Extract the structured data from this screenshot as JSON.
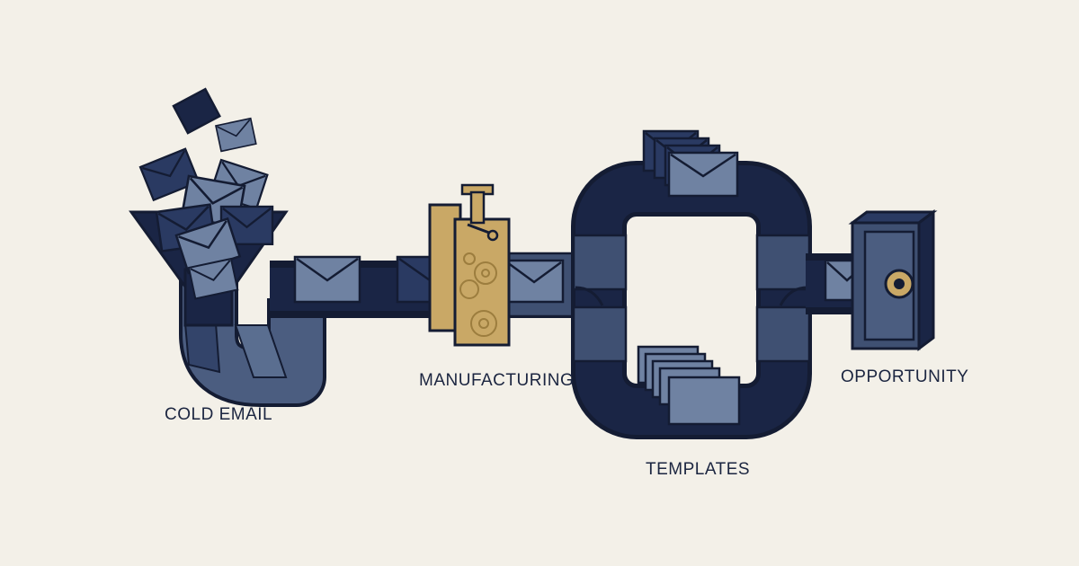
{
  "stages": [
    {
      "id": "cold_email",
      "label": "COLD EMAIL"
    },
    {
      "id": "manufacturing",
      "label": "MANUFACTURING"
    },
    {
      "id": "templates",
      "label": "TEMPLATES"
    },
    {
      "id": "opportunity",
      "label": "OPPORTUNITY"
    }
  ],
  "colors": {
    "background": "#f3f0e8",
    "outline": "#141c33",
    "pipe_dark": "#1a2545",
    "pipe_mid": "#3f5072",
    "pipe_light": "#5a6e90",
    "envelope_light": "#6f82a2",
    "envelope_dark": "#2a3a62",
    "brass": "#c9a866"
  },
  "icons": [
    "funnel-icon",
    "envelope-icon",
    "press-machine-icon",
    "gear-icon",
    "safe-icon"
  ]
}
